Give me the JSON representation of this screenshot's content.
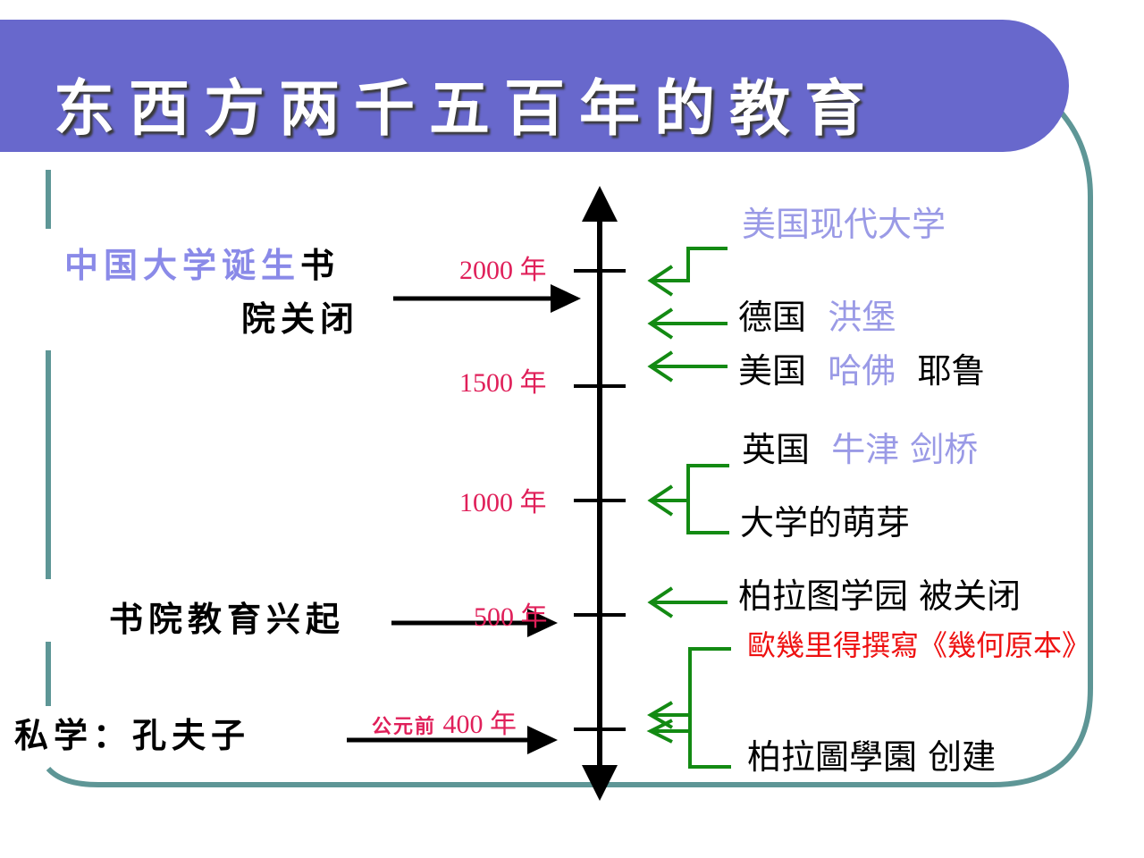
{
  "title": "东西方两千五百年的教育",
  "timeline": {
    "ticks": [
      "2000 年",
      "1500 年",
      "1000 年",
      "500 年"
    ],
    "bc_prefix": "公元前",
    "bc_year": "400 年"
  },
  "left": {
    "china_univ_hl": "中国大学诞生",
    "china_univ_rest": "书",
    "china_univ_line2": "院关闭",
    "academy_rise": "书院教育兴起",
    "private_school": "私学：孔夫子"
  },
  "right": {
    "us_modern": "美国现代大学",
    "germany": "德国",
    "humboldt": "洪堡",
    "usa": "美国",
    "harvard": "哈佛",
    "yale": "耶鲁",
    "uk": "英国",
    "oxbridge": "牛津 剑桥",
    "sprout": "大学的萌芽",
    "plato_closed": "柏拉图学园 被关闭",
    "euclid": "歐幾里得撰寫《幾何原本》",
    "plato_founded": "柏拉圖學園 创建"
  },
  "colors": {
    "title_band": "#6868cc",
    "frame": "#5e9696",
    "year": "#e0205a",
    "green_arrow": "#138a13",
    "highlight": "#9a9ae6",
    "red_text": "#ee1111"
  }
}
